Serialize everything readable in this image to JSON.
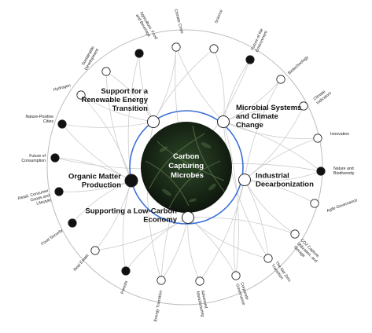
{
  "center": {
    "lines": [
      "Carbon",
      "Capturing",
      "Microbes"
    ]
  },
  "themes": [
    {
      "id": "renewable",
      "lines": [
        "Support for a",
        "Renewable Energy",
        "Transition"
      ]
    },
    {
      "id": "microbial",
      "lines": [
        "Microbial Systems",
        "and Climate",
        "Change"
      ]
    },
    {
      "id": "organic",
      "lines": [
        "Organic Matter",
        "Production"
      ]
    },
    {
      "id": "industrial",
      "lines": [
        "Industrial",
        "Decarbonization"
      ]
    },
    {
      "id": "lowcarbon",
      "lines": [
        "Supporting a Low-Carbon",
        "Economy"
      ]
    }
  ],
  "outer_nodes": [
    {
      "lines": [
        "Agriculture, Food",
        "and Beverage"
      ],
      "filled": true
    },
    {
      "lines": [
        "Climate Crisis"
      ],
      "filled": false
    },
    {
      "lines": [
        "Science"
      ],
      "filled": false
    },
    {
      "lines": [
        "Future of the",
        "Environment"
      ],
      "filled": true
    },
    {
      "lines": [
        "Biotechnology"
      ],
      "filled": false
    },
    {
      "lines": [
        "Climate",
        "Indicators"
      ],
      "filled": false
    },
    {
      "lines": [
        "Innovation"
      ],
      "filled": false
    },
    {
      "lines": [
        "Nature and",
        "Biodiversity"
      ],
      "filled": true
    },
    {
      "lines": [
        "Agile Governance"
      ],
      "filled": false
    },
    {
      "lines": [
        "CO2 Capture,",
        "Utilization, and",
        "Storage"
      ],
      "filled": false
    },
    {
      "lines": [
        "The Net Zero",
        "Transition"
      ],
      "filled": false
    },
    {
      "lines": [
        "Corporate",
        "Governance"
      ],
      "filled": false
    },
    {
      "lines": [
        "Advanced",
        "Manufacturing"
      ],
      "filled": false
    },
    {
      "lines": [
        "Energy Transition"
      ],
      "filled": false
    },
    {
      "lines": [
        "Forests"
      ],
      "filled": true
    },
    {
      "lines": [
        "Real Estate"
      ],
      "filled": false
    },
    {
      "lines": [
        "Food Security"
      ],
      "filled": true
    },
    {
      "lines": [
        "Retail, Consumer",
        "Goods and",
        "Lifestyle"
      ],
      "filled": true
    },
    {
      "lines": [
        "Future of",
        "Consumption"
      ],
      "filled": true
    },
    {
      "lines": [
        "Nature-Positive",
        "Cities"
      ],
      "filled": true
    },
    {
      "lines": [
        "Hydrogen"
      ],
      "filled": false
    },
    {
      "lines": [
        "Sustainable",
        "Development"
      ],
      "filled": false
    }
  ],
  "colors": {
    "ring": "#3b6fd8",
    "link": "#cccccc",
    "outer_ring": "#bdbdbd",
    "node_fill": "#111111"
  }
}
